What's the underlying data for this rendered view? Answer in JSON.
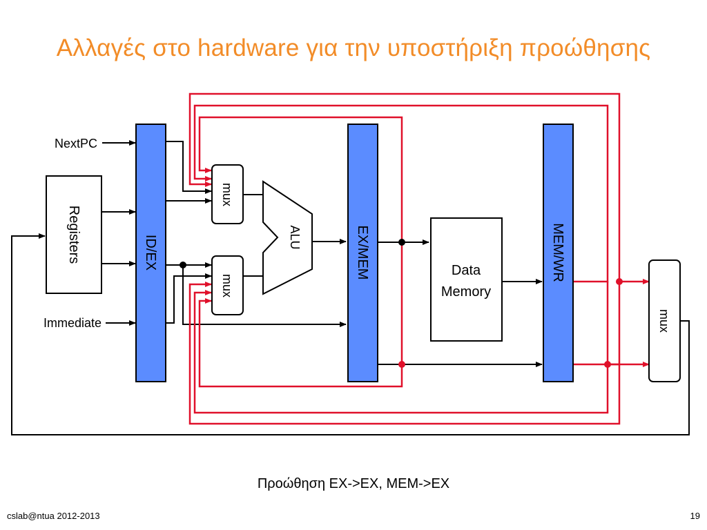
{
  "slide": {
    "title": "Αλλαγές στο hardware για την υποστήριξη προώθησης",
    "caption": "Προώθηση EX->EX, MEM->EX",
    "footer": "cslab@ntua 2012-2013",
    "page_number": "19"
  },
  "diagram": {
    "inputs": {
      "nextpc": "NextPC",
      "immediate": "Immediate"
    },
    "blocks": {
      "registers": "Registers",
      "id_ex": "ID/EX",
      "mux_a": "mux",
      "mux_b": "mux",
      "alu": "ALU",
      "ex_mem": "EX/MEM",
      "data_memory_line1": "Data",
      "data_memory_line2": "Memory",
      "mem_wr": "MEM/WR",
      "mux_wb": "mux"
    },
    "colors": {
      "pipeline_register": "#5b8cff",
      "forwarding_path": "#e0102a",
      "wire": "#000000",
      "title": "#f28c28"
    }
  }
}
